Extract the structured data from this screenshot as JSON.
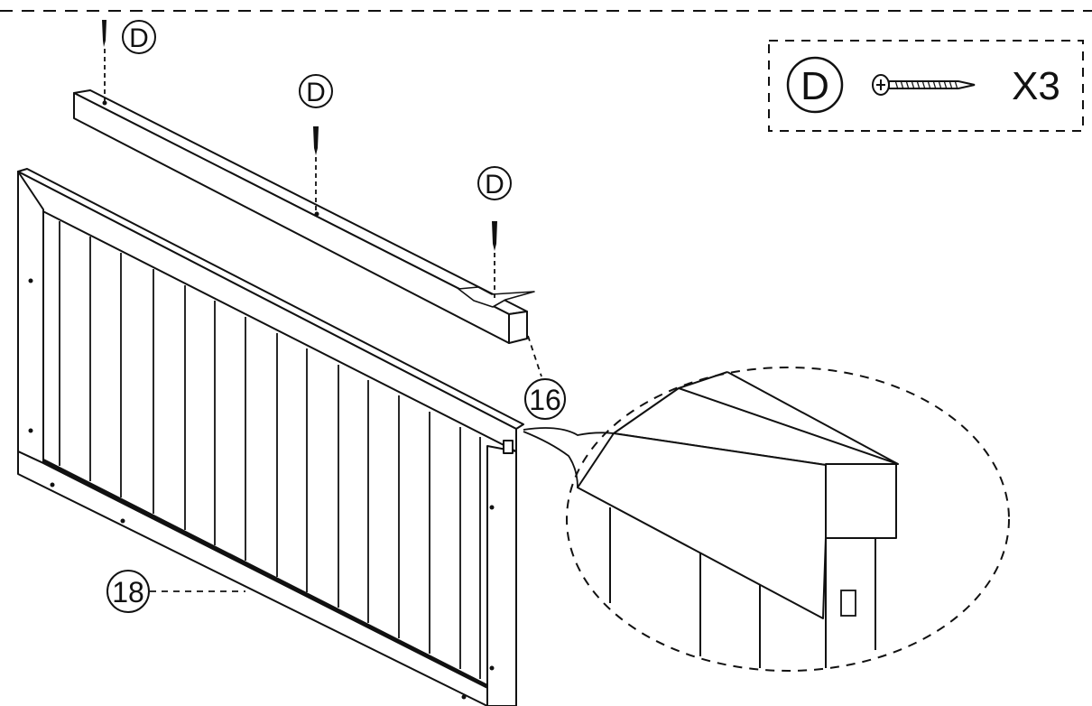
{
  "callouts": {
    "screw_letter_1": "D",
    "screw_letter_2": "D",
    "screw_letter_3": "D",
    "part_16": "16",
    "part_18": "18"
  },
  "legend": {
    "letter": "D",
    "quantity": "X3",
    "icon": "screw-icon"
  },
  "colors": {
    "line": "#111111",
    "background": "#ffffff"
  }
}
